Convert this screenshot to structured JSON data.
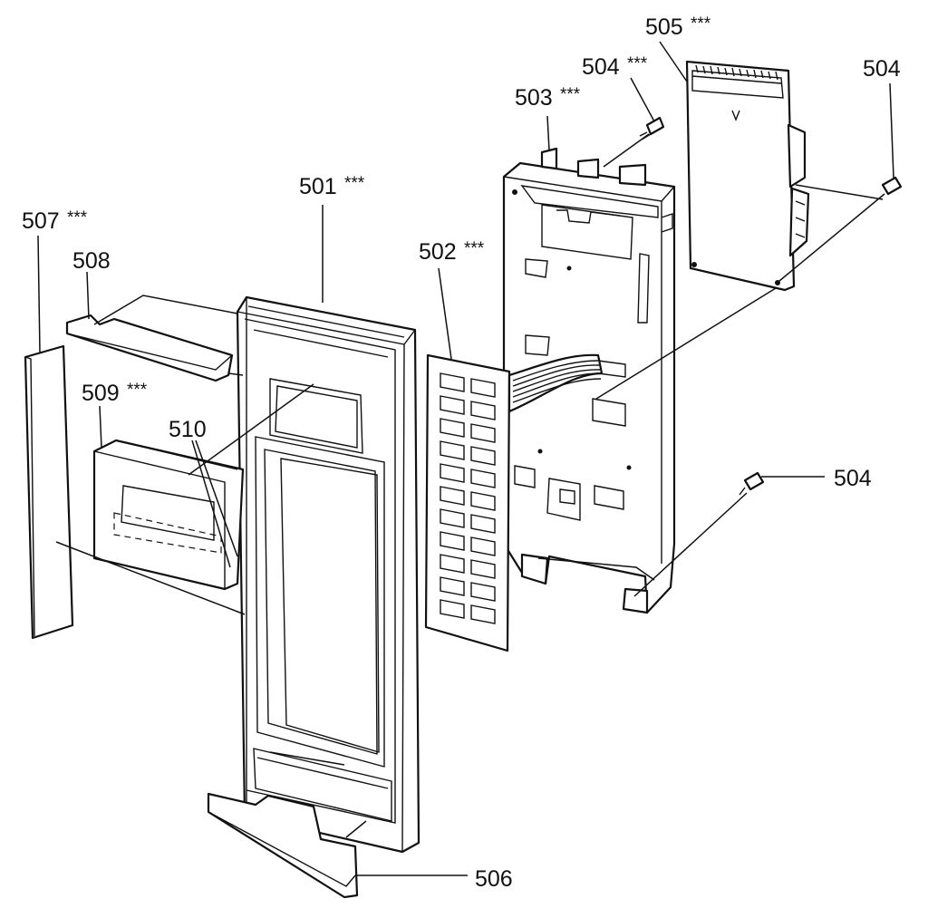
{
  "diagram": {
    "callouts": [
      {
        "id": "501",
        "part": "501",
        "mark": "***"
      },
      {
        "id": "502",
        "part": "502",
        "mark": "***"
      },
      {
        "id": "503",
        "part": "503",
        "mark": "***"
      },
      {
        "id": "504a",
        "part": "504",
        "mark": "***"
      },
      {
        "id": "504b",
        "part": "504",
        "mark": ""
      },
      {
        "id": "504c",
        "part": "504",
        "mark": ""
      },
      {
        "id": "505",
        "part": "505",
        "mark": "***"
      },
      {
        "id": "506",
        "part": "506",
        "mark": ""
      },
      {
        "id": "507",
        "part": "507",
        "mark": "***"
      },
      {
        "id": "508",
        "part": "508",
        "mark": ""
      },
      {
        "id": "509",
        "part": "509",
        "mark": "***"
      },
      {
        "id": "510",
        "part": "510",
        "mark": ""
      }
    ]
  }
}
